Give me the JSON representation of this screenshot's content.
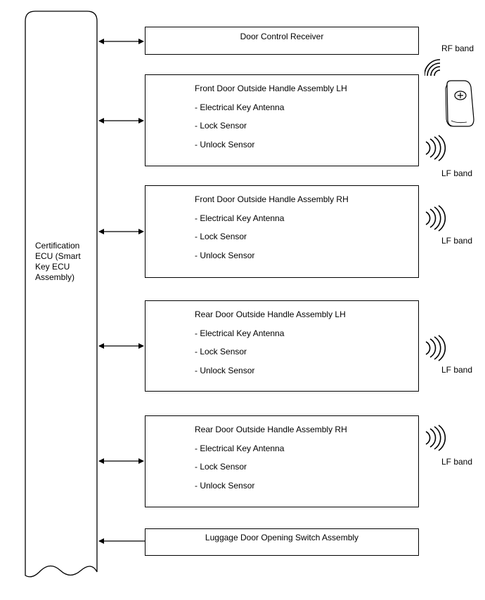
{
  "ecu": {
    "label_lines": [
      "Certification",
      "ECU (Smart",
      "Key ECU",
      "Assembly)"
    ]
  },
  "boxes": [
    {
      "title": "Door Control Receiver",
      "items": []
    },
    {
      "title": "Front Door Outside Handle Assembly LH",
      "items": [
        "- Electrical Key Antenna",
        "- Lock Sensor",
        "- Unlock Sensor"
      ]
    },
    {
      "title": "Front Door Outside Handle Assembly RH",
      "items": [
        "- Electrical Key Antenna",
        "- Lock Sensor",
        "- Unlock Sensor"
      ]
    },
    {
      "title": "Rear Door Outside Handle Assembly LH",
      "items": [
        "- Electrical Key Antenna",
        "- Lock Sensor",
        "- Unlock Sensor"
      ]
    },
    {
      "title": "Rear Door Outside Handle Assembly RH",
      "items": [
        "- Electrical Key Antenna",
        "- Lock Sensor",
        "- Unlock Sensor"
      ]
    },
    {
      "title": "Luggage Door Opening Switch Assembly",
      "items": []
    }
  ],
  "bands": {
    "rf": "RF band",
    "lf": "LF band"
  }
}
